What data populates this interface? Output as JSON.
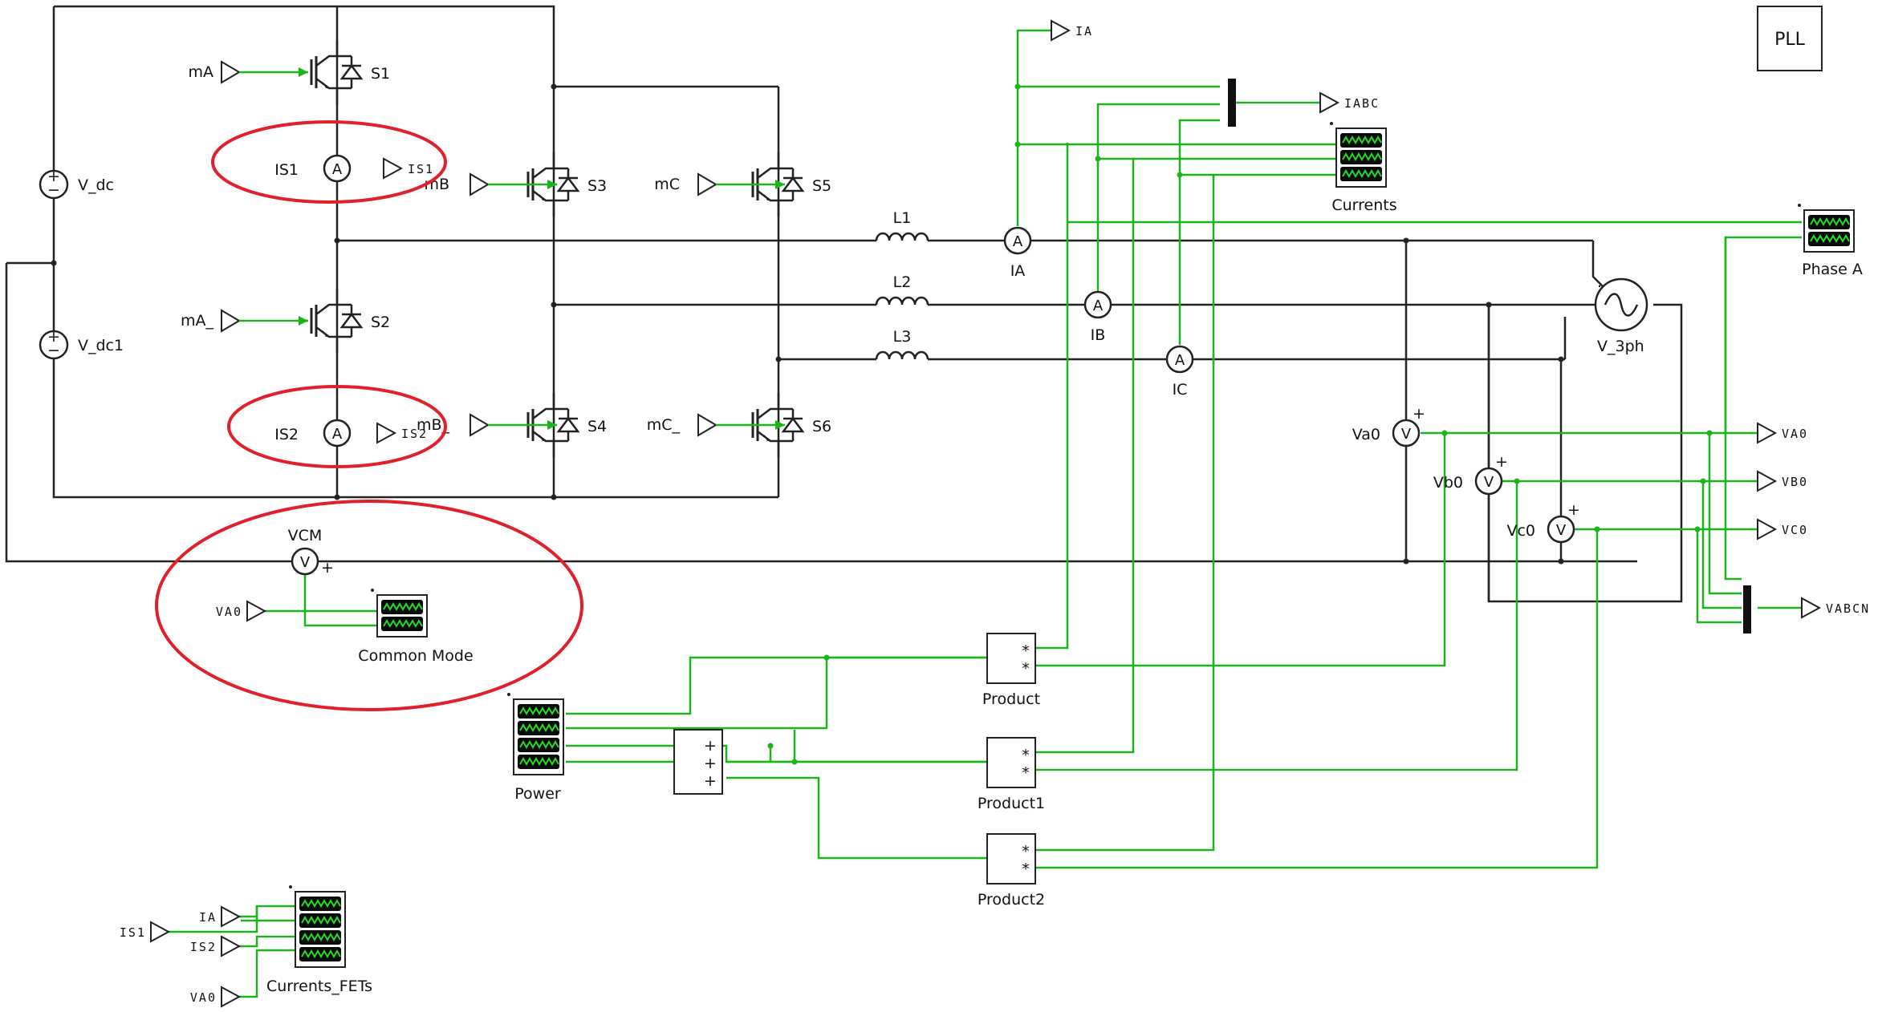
{
  "pll_label": "PLL",
  "dc_sources": [
    "V_dc",
    "V_dc1"
  ],
  "switches": [
    "S1",
    "S2",
    "S3",
    "S4",
    "S5",
    "S6"
  ],
  "gate_signals": [
    "mA",
    "mA_",
    "mB",
    "mB_",
    "mC",
    "mC_"
  ],
  "inductors": [
    "L1",
    "L2",
    "L3"
  ],
  "ammeters": [
    "IS1",
    "IS2",
    "IA",
    "IB",
    "IC"
  ],
  "voltmeters": [
    "VCM",
    "Va0",
    "Vb0",
    "Vc0"
  ],
  "ac_source": "V_3ph",
  "output_tags": [
    "IS1",
    "IS2",
    "IA",
    "IABC",
    "VA0",
    "VB0",
    "VC0",
    "VABCN"
  ],
  "scopes": [
    "Currents",
    "Phase A",
    "Common Mode",
    "Power",
    "Currents_FETs"
  ],
  "products": [
    "Product",
    "Product1",
    "Product2"
  ],
  "input_tags": [
    "VA0",
    "IS1",
    "IA",
    "IS2",
    "VA0"
  ],
  "sum_signs": [
    "+",
    "+",
    "+"
  ],
  "product_signs": [
    "*",
    "*"
  ],
  "meter_symbols": {
    "ammeter": "A",
    "voltmeter": "V",
    "plus": "+",
    "minus": "−",
    "ac": "~"
  },
  "colors": {
    "wire": "#222222",
    "signal": "#1bb51b",
    "highlight": "#e0202a",
    "scope_screen": "#0a0a0a",
    "scope_trace": "#27d827"
  }
}
